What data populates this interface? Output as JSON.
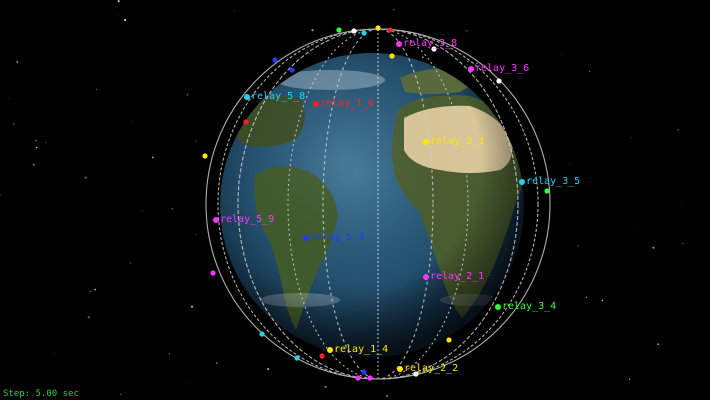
{
  "status": {
    "step_text": "Step: 5.00 sec"
  },
  "satellites": [
    {
      "id": "relay_3_8",
      "label": "relay_3_8",
      "color": "#ff33ff"
    },
    {
      "id": "relay_3_6",
      "label": "relay_3_6",
      "color": "#ff33ff"
    },
    {
      "id": "relay_5_8",
      "label": "relay_5_8",
      "color": "#22d3ee"
    },
    {
      "id": "relay_1_6",
      "label": "relay_1_6",
      "color": "#ff2020"
    },
    {
      "id": "relay_2_3",
      "label": "relay_2_3",
      "color": "#ffe600"
    },
    {
      "id": "relay_3_5",
      "label": "relay_3_5",
      "color": "#22d3ee"
    },
    {
      "id": "relay_5_9",
      "label": "relay_5_9",
      "color": "#ff33ff"
    },
    {
      "id": "relay_5_3",
      "label": "relay_5_3",
      "color": "#1d3cff"
    },
    {
      "id": "relay_2_1",
      "label": "relay_2_1",
      "color": "#ff33ff"
    },
    {
      "id": "relay_3_4",
      "label": "relay_3_4",
      "color": "#33ff33"
    },
    {
      "id": "relay_1_4",
      "label": "relay_1_4",
      "color": "#ffe600"
    },
    {
      "id": "relay_2_2",
      "label": "relay_2_2",
      "color": "#ffe600"
    }
  ],
  "colors": {
    "background": "#000000",
    "ocean": "#23506e",
    "land": "#4a5d30",
    "desert": "#d9c79a",
    "orbit": "#cfcfcf"
  }
}
